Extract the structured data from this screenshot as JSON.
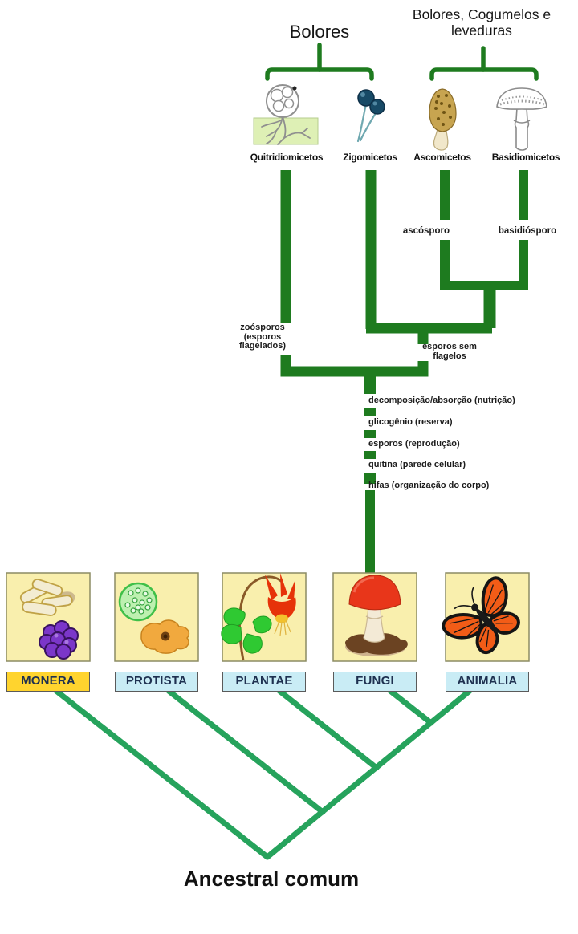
{
  "top_labels": {
    "bolores": "Bolores",
    "bolores_cogumelos": [
      "Bolores, Cogumelos e",
      "leveduras"
    ]
  },
  "fungal_groups": [
    {
      "name": "Quitridiomicetos",
      "icon": "chytrid-illustration"
    },
    {
      "name": "Zigomicetos",
      "icon": "zygomycete-sporangia-illustration"
    },
    {
      "name": "Ascomicetos",
      "icon": "morel-illustration"
    },
    {
      "name": "Basidiomicetos",
      "icon": "gilled-mushroom-illustration"
    }
  ],
  "branch_labels": {
    "ascosporo": "ascósporo",
    "basidiosporo": "basidiósporo",
    "zoosporos_lines": [
      "zoósporos",
      "(esporos",
      "flagelados)"
    ],
    "esporos_sem_lines": [
      "esporos sem",
      "flagelos"
    ]
  },
  "fungi_characteristics": [
    "decomposição/absorção (nutrição)",
    "glicogênio (reserva)",
    "esporos (reprodução)",
    "quitina (parede celular)",
    "hifas (organização do corpo)"
  ],
  "kingdoms": [
    {
      "name": "MONERA",
      "label_bg": "#ffd42e",
      "icon": "bacteria-illustration"
    },
    {
      "name": "PROTISTA",
      "label_bg": "#c9ecf5",
      "icon": "protist-illustration"
    },
    {
      "name": "PLANTAE",
      "label_bg": "#c9ecf5",
      "icon": "columbine-flower-illustration"
    },
    {
      "name": "FUNGI",
      "label_bg": "#c9ecf5",
      "icon": "mushroom-illustration"
    },
    {
      "name": "ANIMALIA",
      "label_bg": "#c9ecf5",
      "icon": "butterfly-illustration"
    }
  ],
  "root_label": "Ancestral comum",
  "colors": {
    "tree_green_dark": "#1e7b1f",
    "cladogram_green": "#26a35c",
    "box_bg": "#f9efad",
    "box_border": "#8c8c64"
  }
}
